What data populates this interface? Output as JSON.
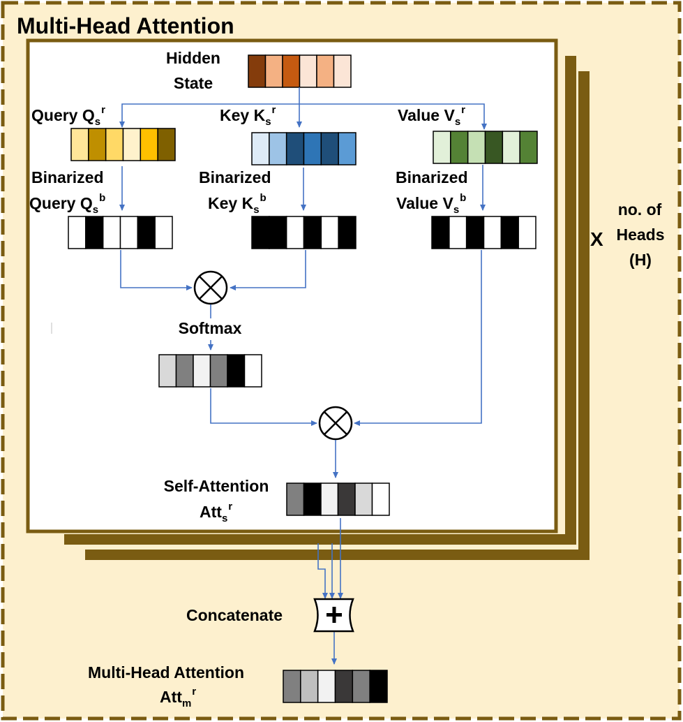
{
  "title": "Multi-Head Attention",
  "labels": {
    "hidden_state_line1": "Hidden",
    "hidden_state_line2": "State",
    "query": "Query Q",
    "key": "Key K",
    "value": "Value V",
    "sub_s": "s",
    "sup_r": "r",
    "sup_b": "b",
    "sub_m": "m",
    "binarized": "Binarized",
    "binarized_query": "Query Q",
    "binarized_key": "Key K",
    "binarized_value": "Value V",
    "softmax": "Softmax",
    "self_attention_line1": "Self-Attention",
    "self_attention_line2": "Att",
    "concatenate": "Concatenate",
    "multihead_line1": "Multi-Head Attention",
    "multihead_line2": "Att",
    "times": "X",
    "heads_line1": "no. of",
    "heads_line2": "Heads",
    "heads_line3": "(H)"
  },
  "colors": {
    "background": "#FDF0CE",
    "frame": "#7A5C12",
    "arrow": "#4472C4",
    "hidden_state": [
      "#843C0C",
      "#F4B183",
      "#C55A11",
      "#FBE5D6",
      "#F4B183",
      "#FBE5D6"
    ],
    "query": [
      "#FFE699",
      "#BF8F00",
      "#FFD966",
      "#FFF2CC",
      "#FFC000",
      "#7F6000"
    ],
    "key": [
      "#DEEBF7",
      "#9DC3E6",
      "#1F4E79",
      "#2E75B6",
      "#1F4E79",
      "#5B9BD5"
    ],
    "value": [
      "#E2F0D9",
      "#548235",
      "#C5E0B4",
      "#385723",
      "#E2F0D9",
      "#548235"
    ],
    "binarized_query": [
      "#FFFFFF",
      "#000000",
      "#FFFFFF",
      "#FFFFFF",
      "#000000",
      "#FFFFFF"
    ],
    "binarized_key": [
      "#000000",
      "#000000",
      "#FFFFFF",
      "#000000",
      "#FFFFFF",
      "#000000"
    ],
    "binarized_value": [
      "#000000",
      "#FFFFFF",
      "#000000",
      "#FFFFFF",
      "#000000",
      "#FFFFFF"
    ],
    "softmax": [
      "#D9D9D9",
      "#808080",
      "#F2F2F2",
      "#808080",
      "#000000",
      "#FFFFFF"
    ],
    "self_attention": [
      "#808080",
      "#000000",
      "#F2F2F2",
      "#3A3838",
      "#D9D9D9",
      "#FFFFFF"
    ],
    "multihead": [
      "#808080",
      "#BFBFBF",
      "#F2F2F2",
      "#3A3838",
      "#808080",
      "#000000"
    ]
  }
}
